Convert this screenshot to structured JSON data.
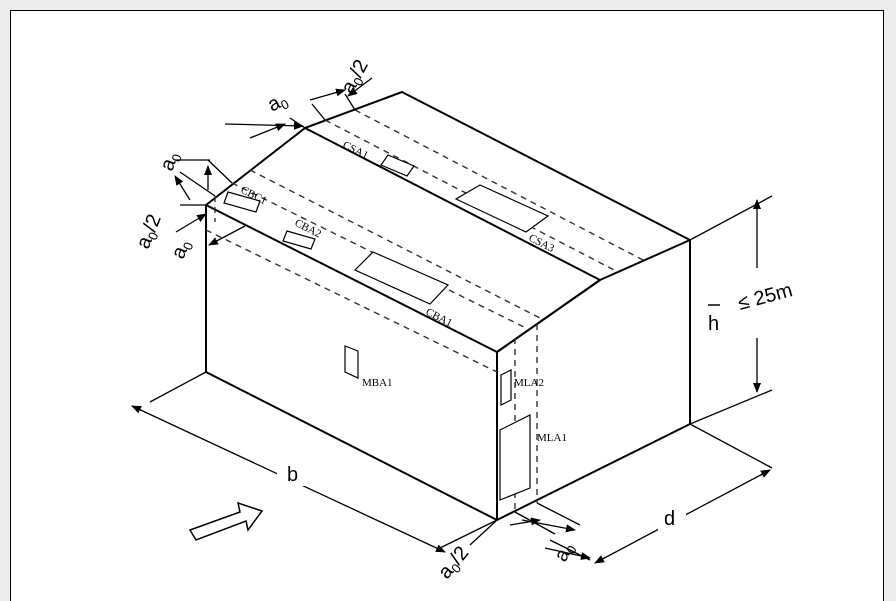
{
  "dimensions": {
    "b": "b",
    "d": "d",
    "h_bar": "h",
    "h_rel": "≤ 25m",
    "a0": "a",
    "a0_sub": "0",
    "half": "/2"
  },
  "zones": {
    "cbc1": "CBC1",
    "cba2": "CBA2",
    "cba1": "CBA1",
    "csa1": "CSA1",
    "csa3": "CSA3",
    "mba1": "MBA1",
    "mla2": "MLA2",
    "mla1": "MLA1"
  },
  "icons": {
    "arrow": "wind-direction-arrow-icon"
  },
  "colors": {
    "line": "#000000",
    "background": "#ffffff",
    "border": "#ededed"
  }
}
